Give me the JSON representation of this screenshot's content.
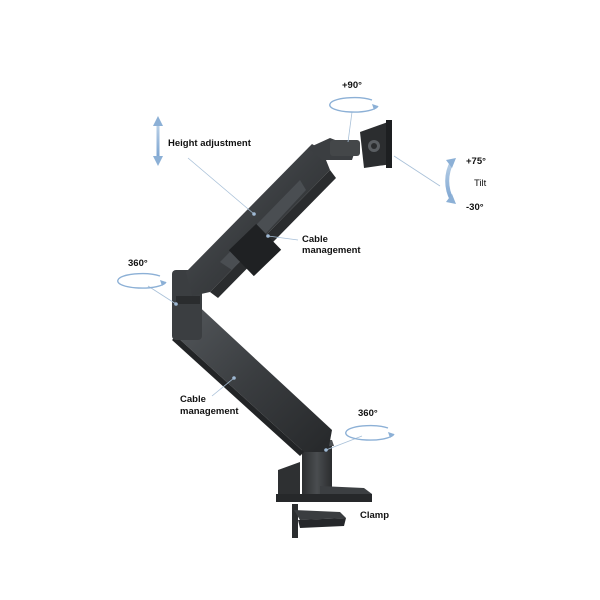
{
  "annotations": {
    "height_adjustment": "Height adjustment",
    "rotate_top": "+90°",
    "tilt_up": "+75°",
    "tilt_word": "Tilt",
    "tilt_down": "-30°",
    "cable_management_upper_line1": "Cable",
    "cable_management_upper_line2": "management",
    "swivel_elbow": "360°",
    "cable_management_lower_line1": "Cable",
    "cable_management_lower_line2": "management",
    "swivel_base": "360°",
    "clamp": "Clamp"
  },
  "colors": {
    "arm": "#3a3d40",
    "arm_dark": "#232527",
    "arm_light": "#5b5f63",
    "guide_line": "#9fb9d4",
    "arrow": "#8cb0d6",
    "background": "#ffffff"
  }
}
